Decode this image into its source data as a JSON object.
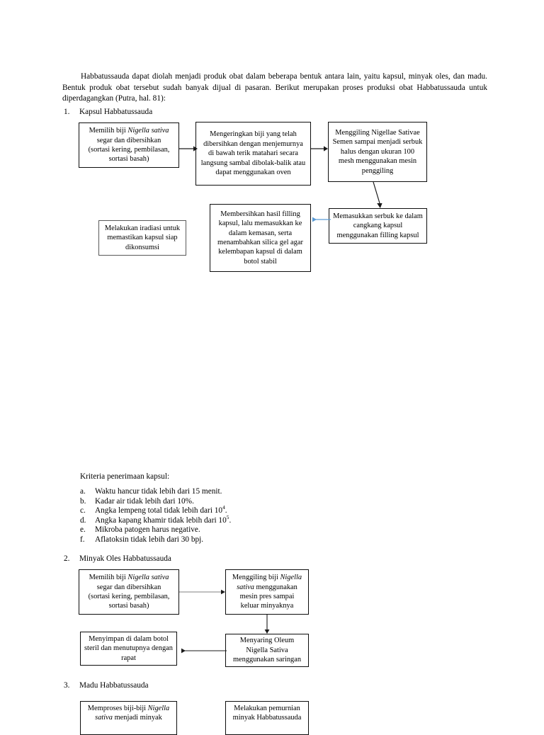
{
  "document": {
    "intro_paragraph": "Habbatussauda dapat diolah menjadi produk obat dalam beberapa bentuk antara lain, yaitu kapsul, minyak oles, dan madu. Bentuk produk obat tersebut sudah banyak dijual di pasaran. Berikut merupakan proses produksi obat Habbatussauda untuk diperdagangkan (Putra, hal. 81):",
    "sections": [
      {
        "number": "1.",
        "title": "Kapsul Habbatussauda"
      },
      {
        "number": "2.",
        "title": "Minyak Oles Habbatussauda"
      },
      {
        "number": "3.",
        "title": "Madu Habbatussauda"
      }
    ],
    "criteria": {
      "heading": "Kriteria penerimaan kapsul:",
      "items": [
        {
          "mark": "a.",
          "text": "Waktu hancur tidak lebih dari 15 menit."
        },
        {
          "mark": "b.",
          "text": "Kadar air tidak lebih dari 10%."
        },
        {
          "mark": "c.",
          "text_before": "Angka lempeng total tidak lebih dari 10",
          "sup": "4",
          "text_after": "."
        },
        {
          "mark": "d.",
          "text_before": "Angka kapang khamir tidak lebih dari 10",
          "sup": "5",
          "text_after": "."
        },
        {
          "mark": "e.",
          "text": "Mikroba patogen harus negative."
        },
        {
          "mark": "f.",
          "text": "Aflatoksin tidak lebih dari 30 bpj."
        }
      ]
    }
  },
  "flowchart_capsule": {
    "name": "Kapsul Habbatussauda",
    "boxes": {
      "select_seed": {
        "line1_a": "Memilih biji ",
        "line1_italic": "Nigella sativa",
        "line2": "segar dan dibersihkan",
        "line3": "(sortasi kering, pembilasan,",
        "line4": "sortasi basah)"
      },
      "drying": "Mengeringkan biji yang telah dibersihkan dengan menjemurnya di bawah terik matahari secara langsung sambal dibolak-balik atau dapat menggunakan oven",
      "grinding": "Menggiling Nigellae Sativae Semen sampai menjadi serbuk halus dengan ukuran 100 mesh menggunakan mesin penggiling",
      "filling": "Memasukkan serbuk ke dalam cangkang kapsul menggunakan filling kapsul",
      "cleaning": "Membersihkan hasil filling kapsul, lalu memasukkan ke dalam kemasan, serta menambahkan silica gel agar kelembapan kapsul di dalam botol stabil",
      "irradiation": "Melakukan iradiasi untuk memastikan kapsul siap dikonsumsi"
    }
  },
  "flowchart_oil": {
    "name": "Minyak Oles Habbatussauda",
    "boxes": {
      "select_seed": {
        "line1_a": "Memilih biji ",
        "line1_italic": "Nigella sativa",
        "line2": "segar dan dibersihkan",
        "line3": "(sortasi kering, pembilasan,",
        "line4": "sortasi basah)"
      },
      "pressing": {
        "line1_a": "Menggiling biji ",
        "line1_italic": "Nigella",
        "line2_italic": "sativa",
        "line2_b": " menggunakan",
        "line3": "mesin pres sampai",
        "line4": "keluar minyaknya"
      },
      "filtering": "Menyaring Oleum Nigella Sativa menggunakan saringan",
      "storing": "Menyimpan di dalam botol steril dan menutupnya dengan rapat"
    }
  },
  "flowchart_honey": {
    "name": "Madu Habbatussauda",
    "boxes": {
      "process_seed": {
        "line1_a": "Memproses biji-biji ",
        "line1_italic": "Nigella",
        "line2_italic": "sativa",
        "line2_b": " menjadi minyak"
      },
      "purify": {
        "line1": "Melakukan pemurnian",
        "line2": "minyak Habbatussauda"
      }
    }
  },
  "colors": {
    "text": "#000000",
    "box_border": "#0d0d0d",
    "box_border_gray": "#595959",
    "arrow_black": "#1a1a1a",
    "arrow_gray": "#808080",
    "arrow_blue": "#5b9bd5",
    "page_background": "#ffffff"
  }
}
